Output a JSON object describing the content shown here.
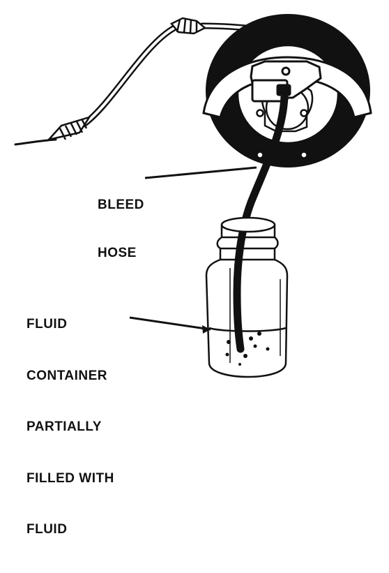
{
  "labels": {
    "bleed_hose": [
      "BLEED",
      "HOSE"
    ],
    "fluid_container": [
      "FLUID",
      "CONTAINER",
      "PARTIALLY",
      "FILLED WITH",
      "FLUID"
    ]
  },
  "colors": {
    "ink": "#111111",
    "paper": "#ffffff"
  }
}
